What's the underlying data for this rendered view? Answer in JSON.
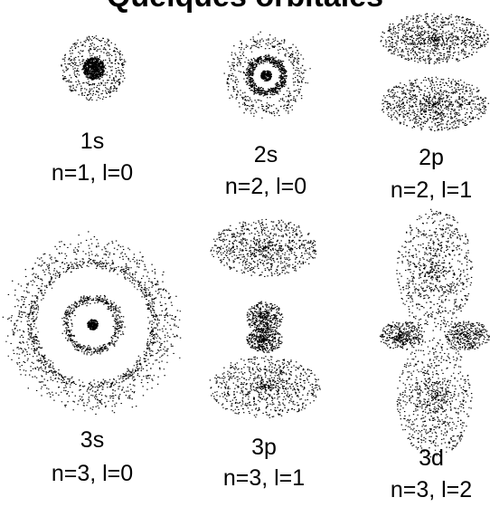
{
  "title": "Quelques orbitales",
  "colors": {
    "dots": "#000000",
    "background": "#ffffff"
  },
  "orbitals": [
    {
      "name": "1s",
      "quantum": "n=1, l=0",
      "shape": "s",
      "n": 1,
      "l": 0
    },
    {
      "name": "2s",
      "quantum": "n=2, l=0",
      "shape": "s",
      "n": 2,
      "l": 0
    },
    {
      "name": "2p",
      "quantum": "n=2, l=1",
      "shape": "p",
      "n": 2,
      "l": 1
    },
    {
      "name": "3s",
      "quantum": "n=3, l=0",
      "shape": "s",
      "n": 3,
      "l": 0
    },
    {
      "name": "3p",
      "quantum": "n=3, l=1",
      "shape": "p",
      "n": 3,
      "l": 1
    },
    {
      "name": "3d",
      "quantum": "n=3, l=2",
      "shape": "d",
      "n": 3,
      "l": 2
    }
  ]
}
